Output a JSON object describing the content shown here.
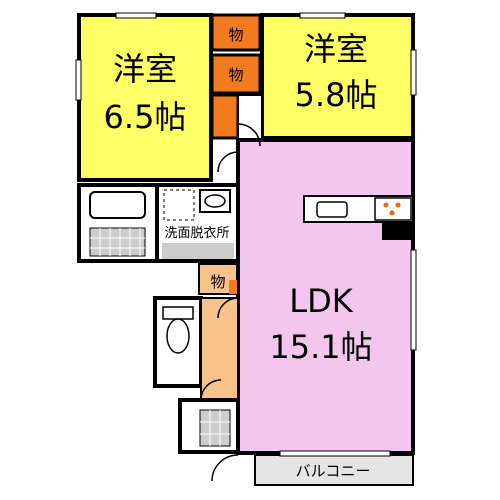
{
  "rooms": {
    "western_room_1": {
      "name": "洋室",
      "size": "6.5帖"
    },
    "western_room_2": {
      "name": "洋室",
      "size": "5.8帖"
    },
    "ldk": {
      "name": "LDK",
      "size": "15.1帖"
    }
  },
  "labels": {
    "storage": "物",
    "washroom": "洗面脱衣所",
    "balcony": "バルコニー"
  },
  "colors": {
    "western_room_fill": "#ffff66",
    "ldk_fill": "#f4c6ef",
    "storage_fill": "#f47a1f",
    "hall_fill": "#f7c38a",
    "balcony_fill": "#e5e5e5",
    "wall": "#000000",
    "gray_tile": "#cccccc",
    "window": "#ffffff"
  }
}
